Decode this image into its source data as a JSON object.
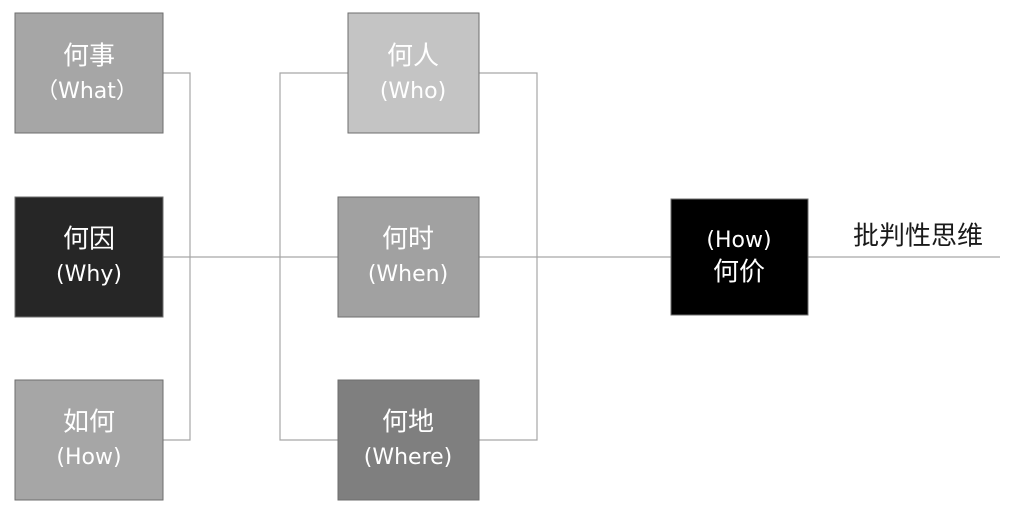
{
  "nodes": {
    "what": {
      "zh": "何事",
      "en": "（What）",
      "fill": "#a6a6a6"
    },
    "why": {
      "zh": "何因",
      "en": "(Why)",
      "fill": "#262626"
    },
    "how": {
      "zh": "如何",
      "en": "(How)",
      "fill": "#a6a6a6"
    },
    "who": {
      "zh": "何人",
      "en": "(Who)",
      "fill": "#c4c4c4"
    },
    "when": {
      "zh": "何时",
      "en": "(When)",
      "fill": "#a1a1a1"
    },
    "where": {
      "zh": "何地",
      "en": "(Where)",
      "fill": "#7f7f7f"
    },
    "value": {
      "en": "(How)",
      "zh": "何价",
      "fill": "#000000"
    }
  },
  "result_label": "批判性思维",
  "colors": {
    "connector": "#a6a6a6",
    "node_border": "#6e6e6e",
    "node_text": "#ffffff",
    "label_text": "#1a1a1a"
  }
}
